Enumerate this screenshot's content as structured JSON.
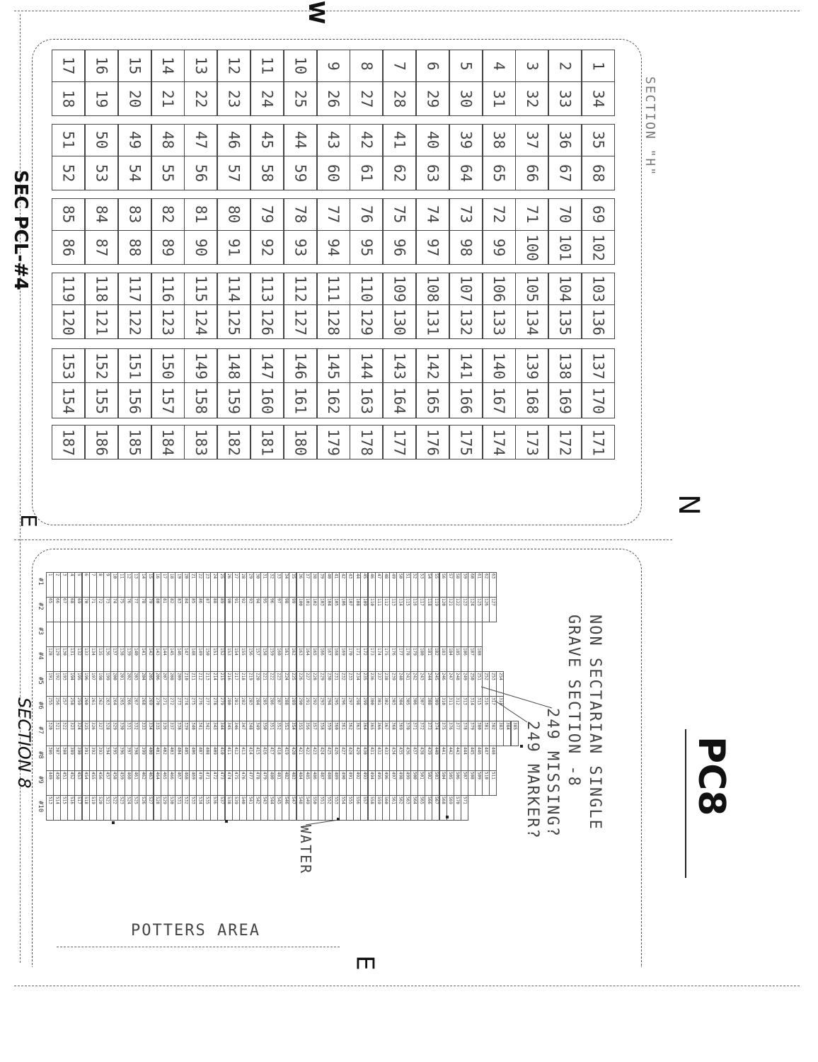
{
  "compass": {
    "top": "W",
    "right": "N",
    "left": "E",
    "bottom": "E"
  },
  "section_h": {
    "title": "SECTION \"H\"",
    "rows": [
      [
        1,
        34,
        35,
        68,
        69,
        102,
        103,
        136,
        137,
        170,
        171
      ],
      [
        2,
        33,
        36,
        67,
        70,
        101,
        104,
        135,
        138,
        169,
        172
      ],
      [
        3,
        32,
        37,
        66,
        71,
        100,
        105,
        134,
        139,
        168,
        173
      ],
      [
        4,
        31,
        38,
        65,
        72,
        99,
        106,
        133,
        140,
        167,
        174
      ],
      [
        5,
        30,
        39,
        64,
        73,
        98,
        107,
        132,
        141,
        166,
        175
      ],
      [
        6,
        29,
        40,
        63,
        74,
        97,
        108,
        131,
        142,
        165,
        176
      ],
      [
        7,
        28,
        41,
        62,
        75,
        96,
        109,
        130,
        143,
        164,
        177
      ],
      [
        8,
        27,
        42,
        61,
        76,
        95,
        110,
        129,
        144,
        163,
        178
      ],
      [
        9,
        26,
        43,
        60,
        77,
        94,
        111,
        128,
        145,
        162,
        179
      ],
      [
        10,
        25,
        44,
        59,
        78,
        93,
        112,
        127,
        146,
        161,
        180
      ],
      [
        11,
        24,
        45,
        58,
        79,
        92,
        113,
        126,
        147,
        160,
        181
      ],
      [
        12,
        23,
        46,
        57,
        80,
        91,
        114,
        125,
        148,
        159,
        182
      ],
      [
        13,
        22,
        47,
        56,
        81,
        90,
        115,
        124,
        149,
        158,
        183
      ],
      [
        14,
        21,
        48,
        55,
        82,
        89,
        116,
        123,
        150,
        157,
        184
      ],
      [
        15,
        20,
        49,
        54,
        83,
        88,
        117,
        122,
        151,
        156,
        185
      ],
      [
        16,
        19,
        50,
        53,
        84,
        87,
        118,
        121,
        152,
        155,
        186
      ],
      [
        17,
        18,
        51,
        52,
        85,
        86,
        119,
        120,
        153,
        154,
        187
      ]
    ]
  },
  "handwritten": {
    "side_label": "SEC PCL-#4",
    "page_id": "PC8",
    "section_8": "SECTION 8"
  },
  "section_8": {
    "title_line1": "NON SECTARIAN SINGLE",
    "title_line2": "GRAVE SECTION -8",
    "note1": "249 MISSING?",
    "note2": "249 MARKER?",
    "water": "WATER",
    "potters_area": "POTTERS AREA",
    "columns": [
      {
        "label": "#1",
        "start": 1,
        "end": 63
      },
      {
        "label": "#2",
        "start": 65,
        "end": 127
      },
      {
        "label": "#3",
        "start": null,
        "end": null
      },
      {
        "label": "#4",
        "start": 128,
        "end": 188
      },
      {
        "label": "#5",
        "start": 191,
        "end": 254
      },
      {
        "label": "#6",
        "start": 255,
        "end": 318
      },
      {
        "label": "#7",
        "start": 320,
        "end": 385
      },
      {
        "label": "#8",
        "start": 386,
        "end": 448
      },
      {
        "label": "#9",
        "start": 449,
        "end": 511
      },
      {
        "label": "#10",
        "start": 513,
        "end": 571
      }
    ]
  }
}
